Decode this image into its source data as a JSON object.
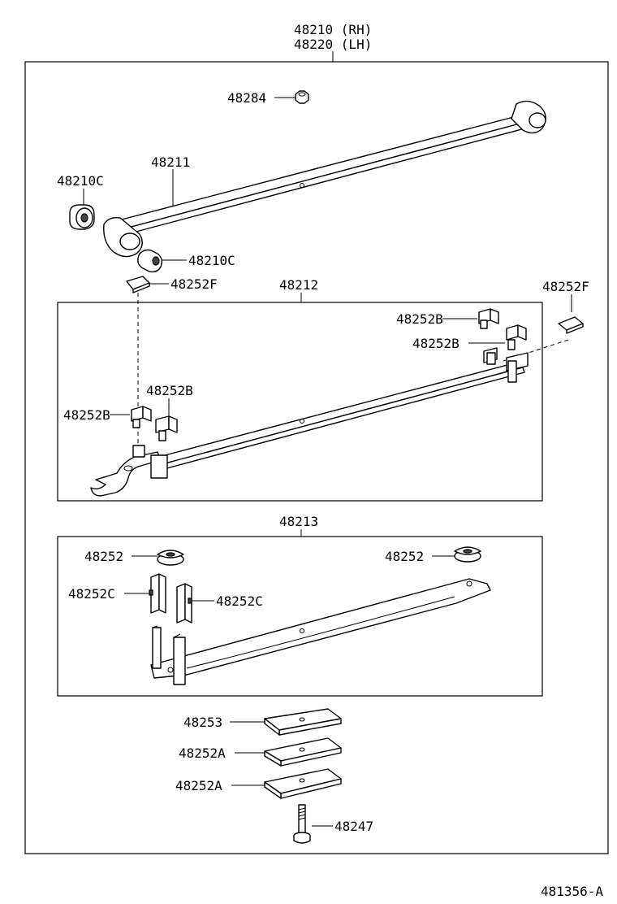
{
  "diagram": {
    "assembly_rh": "48210 (RH)",
    "assembly_lh": "48220 (LH)",
    "figure_code": "481356-A",
    "parts": {
      "p48284": "48284",
      "p48211": "48211",
      "p48210c_left": "48210C",
      "p48210c_right": "48210C",
      "p48252f_left": "48252F",
      "p48252f_right": "48252F",
      "p48212": "48212",
      "p48252b_top1": "48252B",
      "p48252b_top2": "48252B",
      "p48252b_mid": "48252B",
      "p48252b_left": "48252B",
      "p48213": "48213",
      "p48252_left": "48252",
      "p48252_right": "48252",
      "p48252c_left": "48252C",
      "p48252c_right": "48252C",
      "p48253": "48253",
      "p48252a_1": "48252A",
      "p48252a_2": "48252A",
      "p48247": "48247"
    }
  }
}
